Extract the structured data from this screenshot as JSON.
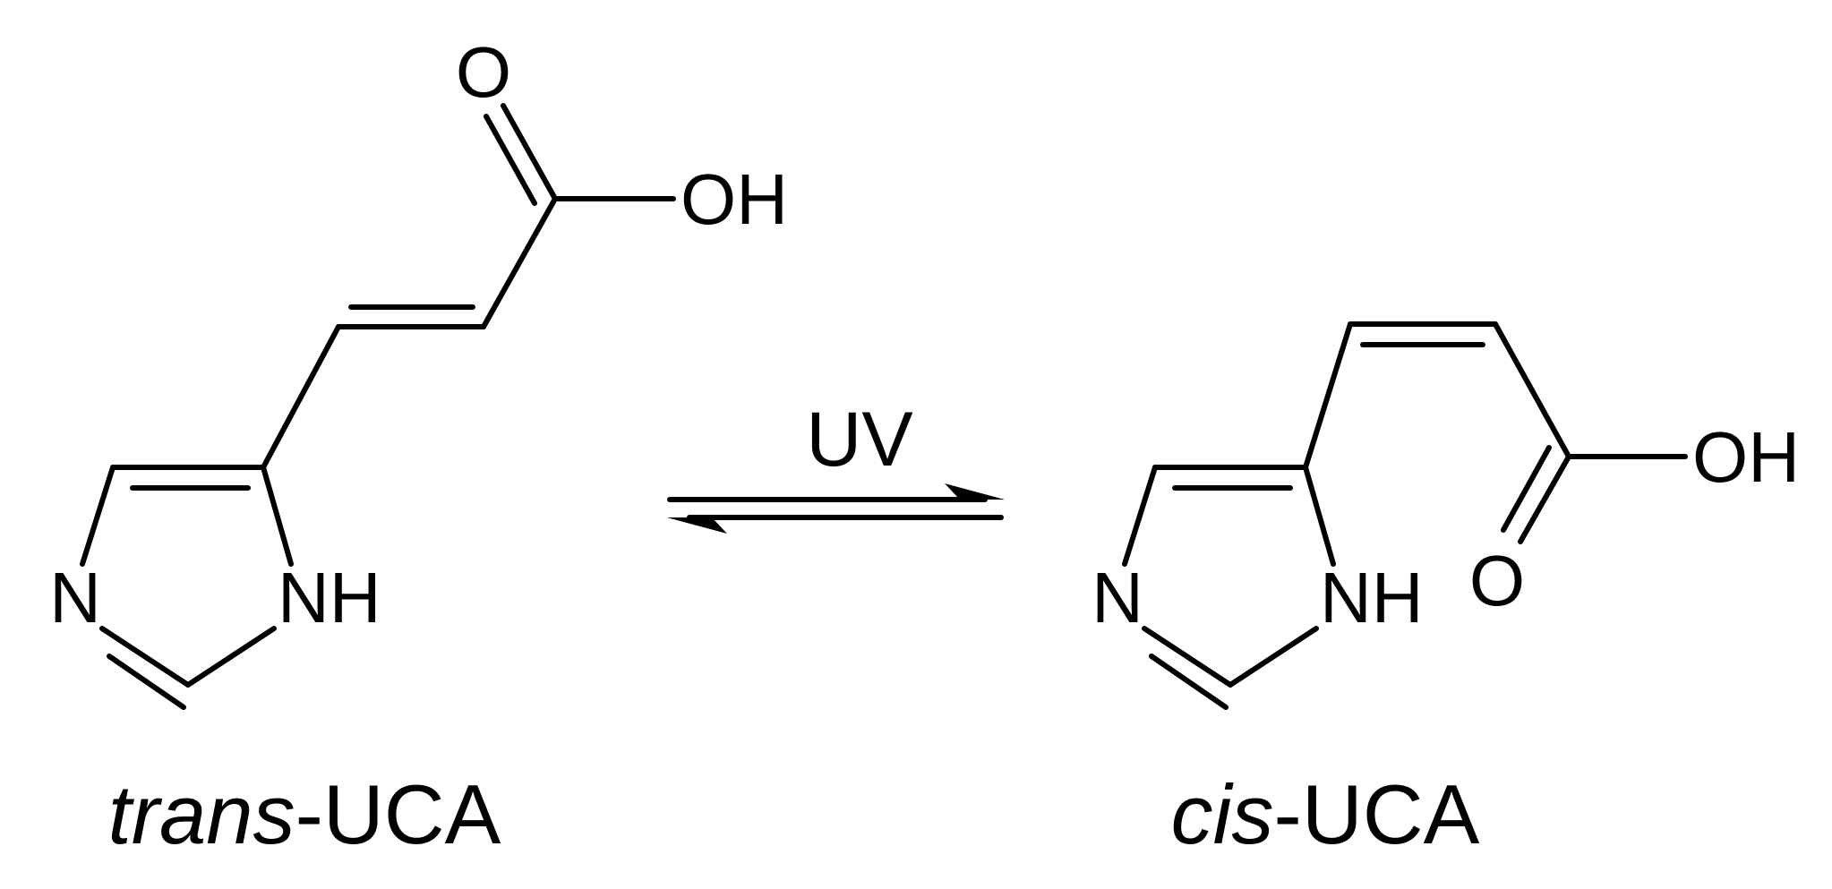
{
  "trans": {
    "atoms": {
      "o_carbonyl": "O",
      "oh": "OH",
      "n_ring": "N",
      "nh_ring": "NH"
    },
    "caption_prefix": "trans",
    "caption_suffix": "-UCA"
  },
  "cis": {
    "atoms": {
      "oh": "OH",
      "o_carbonyl": "O",
      "n_ring": "N",
      "nh_ring": "NH"
    },
    "caption_prefix": "cis",
    "caption_suffix": "-UCA"
  },
  "reaction": {
    "condition": "UV",
    "arrow": "equilibrium"
  }
}
